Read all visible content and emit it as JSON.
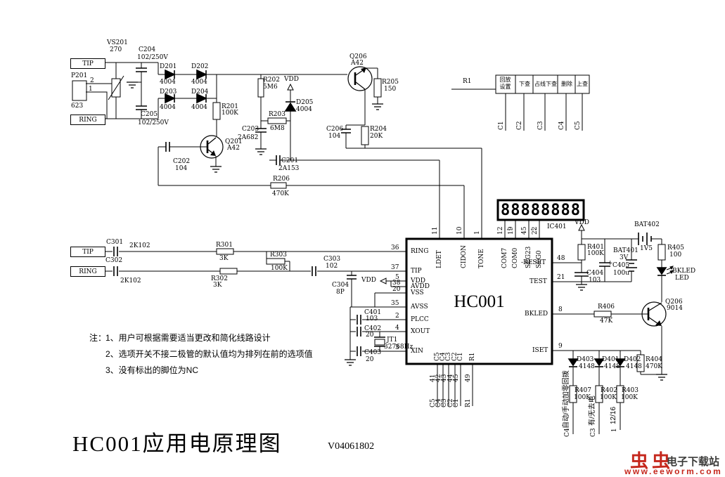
{
  "title": {
    "text": "HC001应用电原理图",
    "version": "V04061802"
  },
  "notes": {
    "prefix": "注：",
    "items": [
      "1、用户可根据需要适当更改和简化线路设计",
      "2、选项开关不接二极管的默认值均为排列在前的选项值",
      "3、没有标出的脚位为NC"
    ]
  },
  "power": {
    "vdd": "VDD"
  },
  "connectors": {
    "tip": "TIP",
    "ring": "RING",
    "p201": {
      "ref": "P201",
      "value": "623",
      "pin2": "2",
      "pin1": "1"
    }
  },
  "display": {
    "digits": "88888888",
    "designator": "IC401",
    "pin_nums": [
      "12",
      "19",
      "45",
      "22"
    ],
    "dots": "···"
  },
  "keypad": {
    "net_label": "R1",
    "keys": [
      "回放设置",
      "下查",
      "占线下查",
      "删除",
      "上查"
    ],
    "columns": [
      "C1",
      "C2",
      "C3",
      "C4",
      "C5"
    ]
  },
  "ic": {
    "name": "HC001",
    "left_pins": [
      {
        "name": "RING",
        "num": "36"
      },
      {
        "name": "TIP",
        "num": "37"
      },
      {
        "name": "VDD",
        "num": "5"
      },
      {
        "name": "AVDD",
        "num": "38"
      },
      {
        "name": "VSS",
        "num": "20"
      },
      {
        "name": "AVSS",
        "num": "35"
      },
      {
        "name": "PLCC",
        "num": "2"
      },
      {
        "name": "XOUT",
        "num": "4"
      },
      {
        "name": "XIN",
        "num": "3"
      }
    ],
    "top_pins": [
      {
        "name": "LDET",
        "num": "11"
      },
      {
        "name": "CIDON",
        "num": "10"
      },
      {
        "name": "TONE",
        "num": "1"
      },
      {
        "name": "COM7",
        "num": "12"
      },
      {
        "name": "COM0",
        "num": "19"
      },
      {
        "name": "SEG23",
        "num": "45"
      },
      {
        "name": "SEG0",
        "num": "22"
      }
    ],
    "right_pins": [
      {
        "name": "-RESET",
        "num": "48"
      },
      {
        "name": "TEST",
        "num": "21"
      },
      {
        "name": "BKLED",
        "num": "8"
      },
      {
        "name": "ISET",
        "num": "9"
      }
    ],
    "bottom_pins": [
      {
        "name": "C5",
        "num": "41"
      },
      {
        "name": "C4",
        "num": "42"
      },
      {
        "name": "C3",
        "num": "43"
      },
      {
        "name": "C2",
        "num": "44"
      },
      {
        "name": "C1",
        "num": "45"
      },
      {
        "name": "R1",
        "num": "49"
      }
    ],
    "bottom_wire_labels": [
      "C5",
      "C4",
      "C3",
      "C2",
      "C1",
      "R1"
    ]
  },
  "components": {
    "vs201": {
      "ref": "VS201",
      "value": "270"
    },
    "c204": {
      "ref": "C204",
      "value": "102/250V"
    },
    "c205": {
      "ref": "C205",
      "value": "102/250V"
    },
    "d201": {
      "ref": "D201",
      "value": "4004"
    },
    "d202": {
      "ref": "D202",
      "value": "4004"
    },
    "d203": {
      "ref": "D203",
      "value": "4004"
    },
    "d204": {
      "ref": "D204",
      "value": "4004"
    },
    "r201": {
      "ref": "R201",
      "value": "100K"
    },
    "q201": {
      "ref": "Q201",
      "value": "A42"
    },
    "c202": {
      "ref": "C202",
      "value": "104"
    },
    "r202": {
      "ref": "R202",
      "value": "5M6"
    },
    "d205": {
      "ref": "D205",
      "value": "4004"
    },
    "r203": {
      "ref": "R203",
      "value": "6M8"
    },
    "c203": {
      "ref": "C203",
      "value": "2A682"
    },
    "c201": {
      "ref": "C201",
      "value": "2A153"
    },
    "q206a": {
      "ref": "Q206",
      "value": "A42"
    },
    "r205": {
      "ref": "R205",
      "value": "150"
    },
    "c206": {
      "ref": "C206",
      "value": "104"
    },
    "r204": {
      "ref": "R204",
      "value": "20K"
    },
    "r206": {
      "ref": "R206",
      "value": "470K"
    },
    "c301": {
      "ref": "C301",
      "value": "2K102"
    },
    "c302": {
      "ref": "C302",
      "value": "2K102"
    },
    "r301": {
      "ref": "R301",
      "value": "3K"
    },
    "r302": {
      "ref": "R302",
      "value": "3K"
    },
    "r303": {
      "ref": "R303",
      "value": "100K"
    },
    "c303": {
      "ref": "C303",
      "value": "102"
    },
    "c304": {
      "ref": "C304",
      "value": "8P"
    },
    "c401": {
      "ref": "C401",
      "value": "103"
    },
    "c402": {
      "ref": "C402",
      "value": "20"
    },
    "c403": {
      "ref": "C403",
      "value": "20"
    },
    "jt1": {
      "ref": "JT1",
      "value": "32768Hz"
    },
    "r401": {
      "ref": "R401",
      "value": "100K"
    },
    "c404": {
      "ref": "C404",
      "value": "103"
    },
    "bat401": {
      "ref": "BAT401",
      "value": "3V"
    },
    "c405": {
      "ref": "C405",
      "value": "100u",
      "plus": "+"
    },
    "bat402": {
      "ref": "BAT402",
      "value": "1V5"
    },
    "r405": {
      "ref": "R405",
      "value": "100"
    },
    "bkled": {
      "ref": "BKLED",
      "value": "LED"
    },
    "q206b": {
      "ref": "Q206",
      "value": "9014"
    },
    "r406": {
      "ref": "R406",
      "value": "47K"
    },
    "d403": {
      "ref": "D403",
      "value": "4148"
    },
    "d401": {
      "ref": "D401",
      "value": "4148"
    },
    "d402": {
      "ref": "D402",
      "value": "4148"
    },
    "r404": {
      "ref": "R404",
      "value": "470K"
    },
    "r407": {
      "ref": "R407",
      "value": "100K"
    },
    "r402": {
      "ref": "R402",
      "value": "100K"
    },
    "r403": {
      "ref": "R403",
      "value": "100K"
    }
  },
  "options": [
    {
      "label": "自动/手动加零回拨",
      "column": "C4"
    },
    {
      "label": "有/无去电",
      "column": "C3"
    },
    {
      "label": "12/16",
      "column": "C1"
    }
  ],
  "watermark": {
    "brand": "虫虫",
    "site": "电子下载站",
    "url": "www.eeworm.com",
    "red": "#c5271c",
    "dark": "#3b3b39"
  }
}
